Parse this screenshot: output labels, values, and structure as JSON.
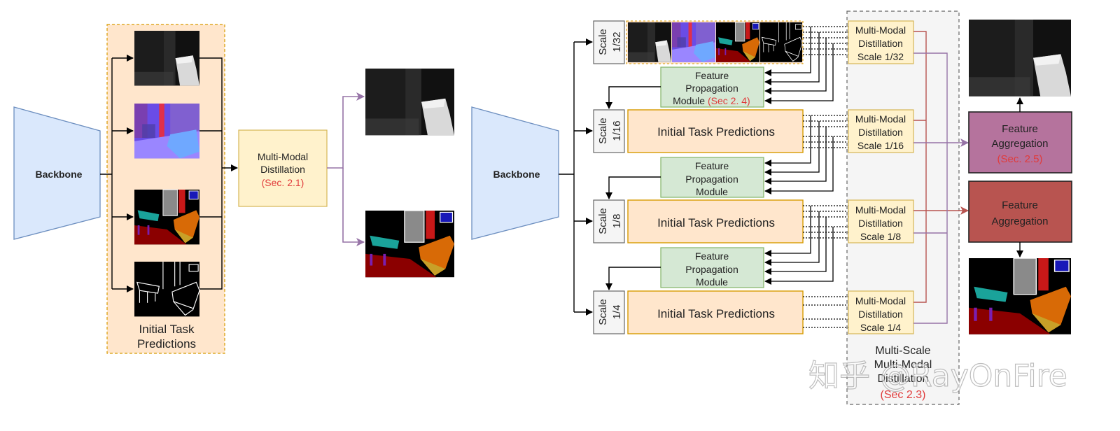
{
  "left": {
    "backbone": "Backbone",
    "initial_preds": [
      "Initial Task",
      "Predictions"
    ],
    "mmd": [
      "Multi-Modal",
      "Distillation"
    ],
    "mmd_ref": "(Sec. 2.1)"
  },
  "right": {
    "backbone": "Backbone",
    "scales": [
      {
        "l1": "Scale",
        "l2": "1/32"
      },
      {
        "l1": "Scale",
        "l2": "1/16"
      },
      {
        "l1": "Scale",
        "l2": "1/8"
      },
      {
        "l1": "Scale",
        "l2": "1/4"
      }
    ],
    "initial_preds": "Initial Task Predictions",
    "fpm_1": [
      "Feature",
      "Propagation",
      "Module"
    ],
    "fpm_ref": "(Sec 2. 4)",
    "fpm_2": [
      "Feature",
      "Propagation",
      "Module"
    ],
    "fpm_3": [
      "Feature",
      "Propagation",
      "Module"
    ],
    "mmd_boxes": [
      [
        "Multi-Modal",
        "Distillation",
        "Scale 1/32"
      ],
      [
        "Multi-Modal",
        "Distillation",
        "Scale 1/16"
      ],
      [
        "Multi-Modal",
        "Distillation",
        "Scale 1/8"
      ],
      [
        "Multi-Modal",
        "Distillation",
        "Scale 1/4"
      ]
    ],
    "msmd": [
      "Multi-Scale",
      "Multi-Modal",
      "Distillation"
    ],
    "msmd_ref": "(Sec 2.3)",
    "agg_1": [
      "Feature",
      "Aggregation"
    ],
    "agg_1_ref": "(Sec. 2.5)",
    "agg_2": [
      "Feature",
      "Aggregation"
    ]
  },
  "watermark": "知乎 @RayOnFire",
  "colors": {
    "backbone_fill": "#dae8fc",
    "backbone_stroke": "#6c8ebf",
    "pred_fill": "#ffe6cc",
    "pred_stroke": "#d79b00",
    "mmd_fill": "#fff2cc",
    "mmd_stroke": "#d6b656",
    "fpm_fill": "#d5e8d4",
    "fpm_stroke": "#82b366",
    "agg1_fill": "#b5739d",
    "agg2_fill": "#b85450",
    "arrow_purple": "#9673a6",
    "arrow_red": "#b85450",
    "ref_red": "#e03b3b"
  }
}
